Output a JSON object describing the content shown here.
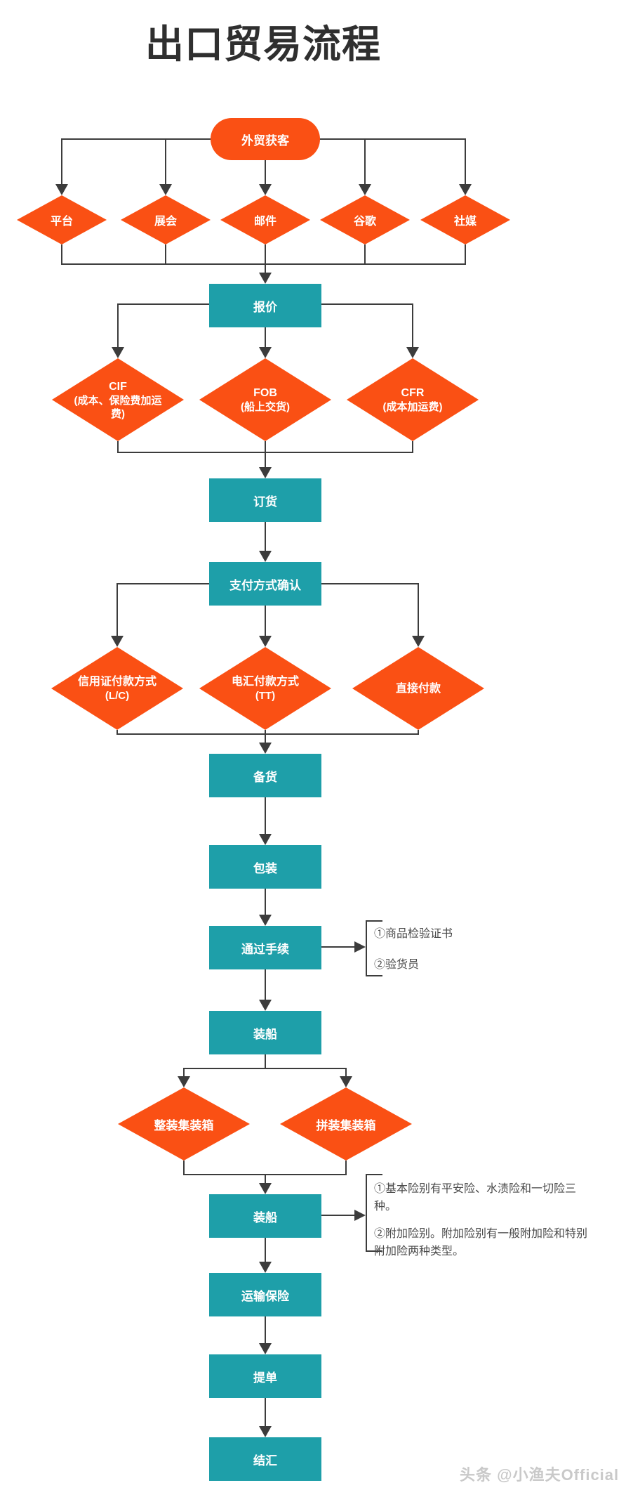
{
  "title": "出口贸易流程",
  "watermark": "头条 @小渔夫Official",
  "start": {
    "label": "外贸获客"
  },
  "channels": [
    {
      "label": "平台"
    },
    {
      "label": "展会"
    },
    {
      "label": "邮件"
    },
    {
      "label": "谷歌"
    },
    {
      "label": "社媒"
    }
  ],
  "steps": {
    "quote": "报价",
    "order": "订货",
    "payment_confirm": "支付方式确认",
    "stock": "备货",
    "packaging": "包装",
    "procedures": "通过手续",
    "loading1": "装船",
    "loading2": "装船",
    "insurance": "运输保险",
    "bill_of_lading": "提单",
    "settlement": "结汇"
  },
  "price_terms": [
    {
      "code": "CIF",
      "desc": "(成本、保险费加运费)"
    },
    {
      "code": "FOB",
      "desc": "(船上交货)"
    },
    {
      "code": "CFR",
      "desc": "(成本加运费)"
    }
  ],
  "payment_methods": [
    {
      "code": "信用证付款方式",
      "desc": "(L/C)"
    },
    {
      "code": "电汇付款方式",
      "desc": "(TT)"
    },
    {
      "code": "直接付款",
      "desc": ""
    }
  ],
  "containers": [
    {
      "label": "整装集装箱"
    },
    {
      "label": "拼装集装箱"
    }
  ],
  "notes": {
    "inspection": {
      "lines": [
        "①商品检验证书",
        "②验货员"
      ]
    },
    "insurance_note": {
      "paragraphs": [
        "①基本险别有平安险、水渍险和一切险三种。",
        "②附加险别。附加险别有一般附加险和特别附加险两种类型。"
      ]
    }
  },
  "colors": {
    "teal": "#1E9FA9",
    "orange": "#FA5014",
    "line": "#3C3C3C",
    "title": "#2F2F2F",
    "note": "#4A4A4A",
    "watermark": "#C9C9C9"
  }
}
